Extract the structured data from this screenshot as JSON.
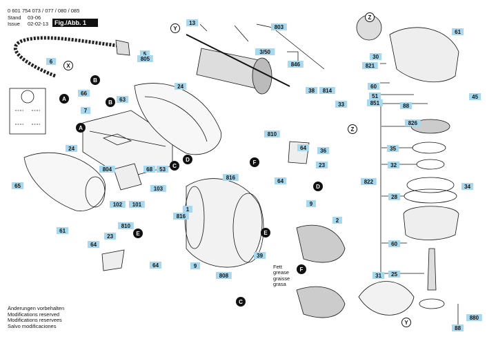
{
  "header": {
    "doc_number": "0 601 754 073 / 077 / 080 / 085",
    "stand_label": "Stand",
    "issue_label": "Issue",
    "stand_value": "03-06",
    "issue_value": "02-02-13",
    "figure_label": "Fig./Abb. 1"
  },
  "footer_notes": [
    "Änderungen vorbehalten",
    "Modifications reserved",
    "Modifications reservees",
    "Salvo modificaciones"
  ],
  "grease_note": [
    "Fett",
    "grease",
    "graisse",
    "grasa"
  ],
  "colors": {
    "part_box": "#a8d8ee",
    "line": "#111111",
    "circle_badge": "#111111",
    "badge_text": "#ffffff"
  },
  "part_numbers": {
    "n13": "13",
    "n803": "803",
    "n3_50": "3/50",
    "n5": "5",
    "n805": "805",
    "n846": "846",
    "n38": "38",
    "n814": "814",
    "n33": "33",
    "n36": "36",
    "n6": "6",
    "n66": "66",
    "n63": "63",
    "n7": "7",
    "n24a": "24",
    "n24b": "24",
    "n65": "65",
    "n804": "804",
    "n68": "68",
    "n53": "53",
    "n102": "102",
    "n101": "101",
    "n103": "103",
    "n61a": "61",
    "n61b": "61",
    "n810a": "810",
    "n810b": "810",
    "n816a": "816",
    "n816b": "816",
    "n64a": "64",
    "n64b": "64",
    "n64c": "64",
    "n64d": "64",
    "n23a": "23",
    "n23b": "23",
    "n9a": "9",
    "n9b": "9",
    "n1": "1",
    "n2": "2",
    "n39": "39",
    "n808": "808",
    "n31": "31",
    "n821": "821",
    "n30": "30",
    "n60a": "60",
    "n60b": "60",
    "n51": "51",
    "n851": "851",
    "n45": "45",
    "n88a": "88",
    "n88b": "88",
    "n826": "826",
    "n35": "35",
    "n32": "32",
    "n822": "822",
    "n34": "34",
    "n28": "28",
    "n25": "25",
    "n880": "880"
  },
  "callouts": {
    "Y1": "Y",
    "Y2": "Y",
    "Z1": "Z",
    "Z2": "Z",
    "X1": "X",
    "A1": "A",
    "A2": "A",
    "B1": "B",
    "B2": "B",
    "C1": "C",
    "C2": "C",
    "D1": "D",
    "D2": "D",
    "E1": "E",
    "E2": "E",
    "F1": "F",
    "F2": "F"
  }
}
